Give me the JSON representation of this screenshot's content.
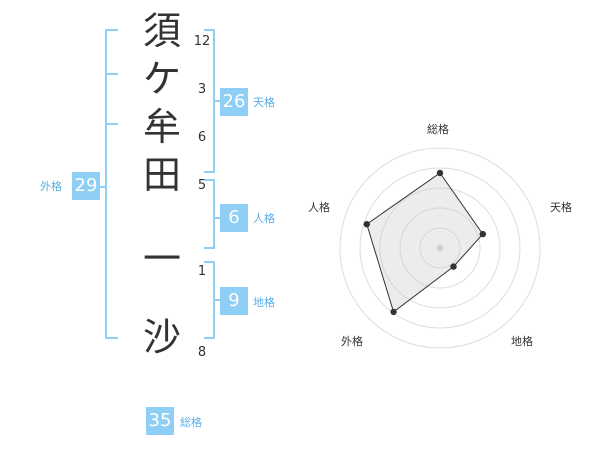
{
  "name_chars": [
    {
      "char": "須",
      "strokes": "12"
    },
    {
      "char": "ケ",
      "strokes": "3"
    },
    {
      "char": "牟",
      "strokes": "6"
    },
    {
      "char": "田",
      "strokes": "5"
    },
    {
      "char": "一",
      "strokes": "1"
    },
    {
      "char": "沙",
      "strokes": "8"
    }
  ],
  "tenkaku": {
    "value": "26",
    "label": "天格"
  },
  "jinkaku": {
    "value": "6",
    "label": "人格"
  },
  "chikaku": {
    "value": "9",
    "label": "地格"
  },
  "gaikaku": {
    "value": "29",
    "label": "外格"
  },
  "soukaku": {
    "value": "35",
    "label": "総格"
  },
  "radar": {
    "axes": [
      "総格",
      "天格",
      "地格",
      "外格",
      "人格"
    ],
    "values": [
      0.75,
      0.45,
      0.23,
      0.79,
      0.77
    ],
    "levels": 5,
    "accent_color": "#8fcff5",
    "bracket_color": "#8fcff5"
  }
}
